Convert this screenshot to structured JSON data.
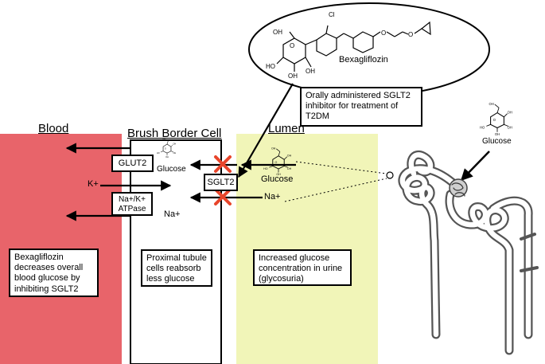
{
  "headings": {
    "blood": "Blood",
    "cell": "Brush Border Cell",
    "lumen": "Lumen"
  },
  "drug": {
    "name": "Bexagliflozin",
    "description": "Orally administered SGLT2 inhibitor for treatment of T2DM"
  },
  "transporters": {
    "glut2": "GLUT2",
    "sglt2": "SGLT2",
    "pump": "Na+/K+ ATPase"
  },
  "ions": {
    "k": "K+",
    "na_out": "Na+",
    "na_lumen": "Na+"
  },
  "glucose": {
    "cell_label": "Glucose",
    "lumen_label": "Glucose",
    "kidney_label": "Glucose"
  },
  "effects": {
    "blood": "Bexagliflozin decreases overall blood glucose by inhibiting SGLT2",
    "cell": "Proximal tubule cells reabsorb less glucose",
    "lumen": "Increased glucose concentration in urine (glycosuria)"
  },
  "colors": {
    "blood_region": "#e8646a",
    "lumen_region": "#f1f5b8",
    "inhibition_mark": "#e8452b"
  },
  "icons": [
    "glucose-structure-icon",
    "bexagliflozin-structure-icon",
    "kidney-nephron-illustration"
  ]
}
